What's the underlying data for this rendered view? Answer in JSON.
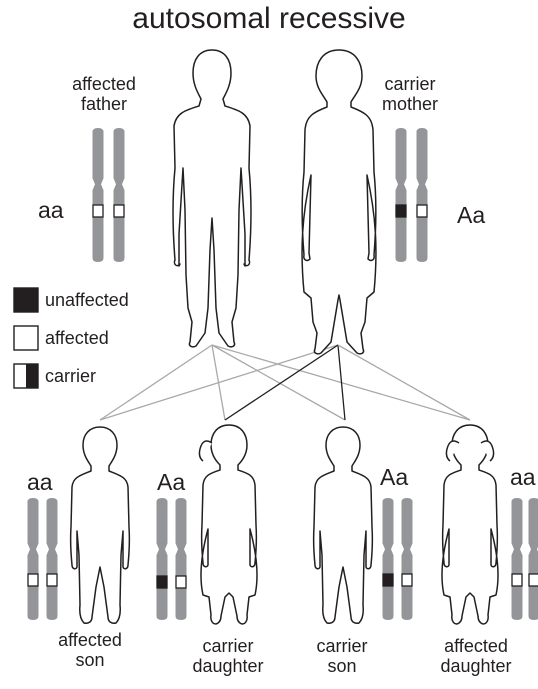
{
  "title": "autosomal recessive",
  "colors": {
    "ink": "#231f20",
    "chromosome": "#939598",
    "line_gray": "#a7a9ac",
    "white": "#ffffff"
  },
  "parents": [
    {
      "id": "father",
      "caption": [
        "affected",
        "father"
      ],
      "genotype": "aa",
      "fill": "none",
      "alleles": [
        "white",
        "white"
      ]
    },
    {
      "id": "mother",
      "caption": [
        "carrier",
        "mother"
      ],
      "genotype": "Aa",
      "fill": "right-half",
      "alleles": [
        "black",
        "white"
      ]
    }
  ],
  "children": [
    {
      "id": "son-1",
      "caption": [
        "affected",
        "son"
      ],
      "genotype": "aa",
      "fill": "none",
      "alleles": [
        "white",
        "white"
      ]
    },
    {
      "id": "daughter-1",
      "caption": [
        "carrier",
        "daughter"
      ],
      "genotype": "Aa",
      "fill": "right-half",
      "alleles": [
        "black",
        "white"
      ]
    },
    {
      "id": "son-2",
      "caption": [
        "carrier",
        "son"
      ],
      "genotype": "Aa",
      "fill": "right-half",
      "alleles": [
        "black",
        "white"
      ]
    },
    {
      "id": "daughter-2",
      "caption": [
        "affected",
        "daughter"
      ],
      "genotype": "aa",
      "fill": "none",
      "alleles": [
        "white",
        "white"
      ]
    }
  ],
  "legend": [
    {
      "label": "unaffected",
      "swatch": "black"
    },
    {
      "label": "affected",
      "swatch": "white"
    },
    {
      "label": "carrier",
      "swatch": "half"
    }
  ]
}
